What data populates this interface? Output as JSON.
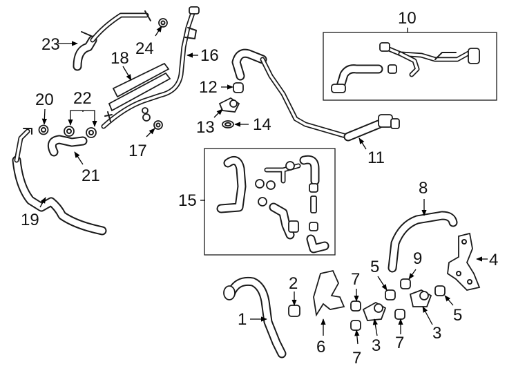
{
  "figure": {
    "callouts": [
      {
        "id": "c1",
        "label": "1"
      },
      {
        "id": "c2",
        "label": "2"
      },
      {
        "id": "c3a",
        "label": "3"
      },
      {
        "id": "c3b",
        "label": "3"
      },
      {
        "id": "c4",
        "label": "4"
      },
      {
        "id": "c5a",
        "label": "5"
      },
      {
        "id": "c5b",
        "label": "5"
      },
      {
        "id": "c6",
        "label": "6"
      },
      {
        "id": "c7a",
        "label": "7"
      },
      {
        "id": "c7b",
        "label": "7"
      },
      {
        "id": "c7c",
        "label": "7"
      },
      {
        "id": "c8",
        "label": "8"
      },
      {
        "id": "c9",
        "label": "9"
      },
      {
        "id": "c10",
        "label": "10"
      },
      {
        "id": "c11",
        "label": "11"
      },
      {
        "id": "c12",
        "label": "12"
      },
      {
        "id": "c13",
        "label": "13"
      },
      {
        "id": "c14",
        "label": "14"
      },
      {
        "id": "c15",
        "label": "15"
      },
      {
        "id": "c16",
        "label": "16"
      },
      {
        "id": "c17",
        "label": "17"
      },
      {
        "id": "c18",
        "label": "18"
      },
      {
        "id": "c19",
        "label": "19"
      },
      {
        "id": "c20",
        "label": "20"
      },
      {
        "id": "c21",
        "label": "21"
      },
      {
        "id": "c22",
        "label": "22"
      },
      {
        "id": "c23",
        "label": "23"
      },
      {
        "id": "c24",
        "label": "24"
      }
    ]
  }
}
